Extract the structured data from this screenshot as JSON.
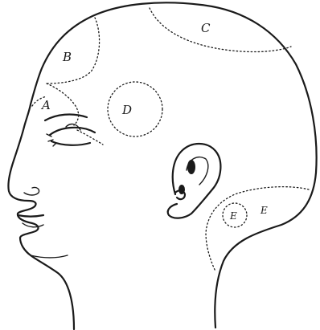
{
  "diagram": {
    "labels": {
      "a": "A",
      "b": "B",
      "c": "C",
      "d": "D",
      "e_inner": "E",
      "e_outer": "E"
    }
  },
  "colors": {
    "ink": "#1a1a1a",
    "background": "#ffffff"
  }
}
